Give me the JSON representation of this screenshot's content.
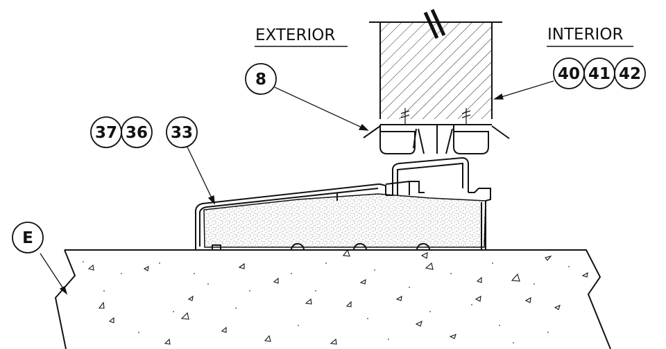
{
  "labels": {
    "exterior": "EXTERIOR",
    "interior": "INTERIOR"
  },
  "callouts": {
    "c8": "8",
    "c40": "40",
    "c41": "41",
    "c42": "42",
    "c37": "37",
    "c36": "36",
    "c33": "33",
    "cE": "E"
  }
}
